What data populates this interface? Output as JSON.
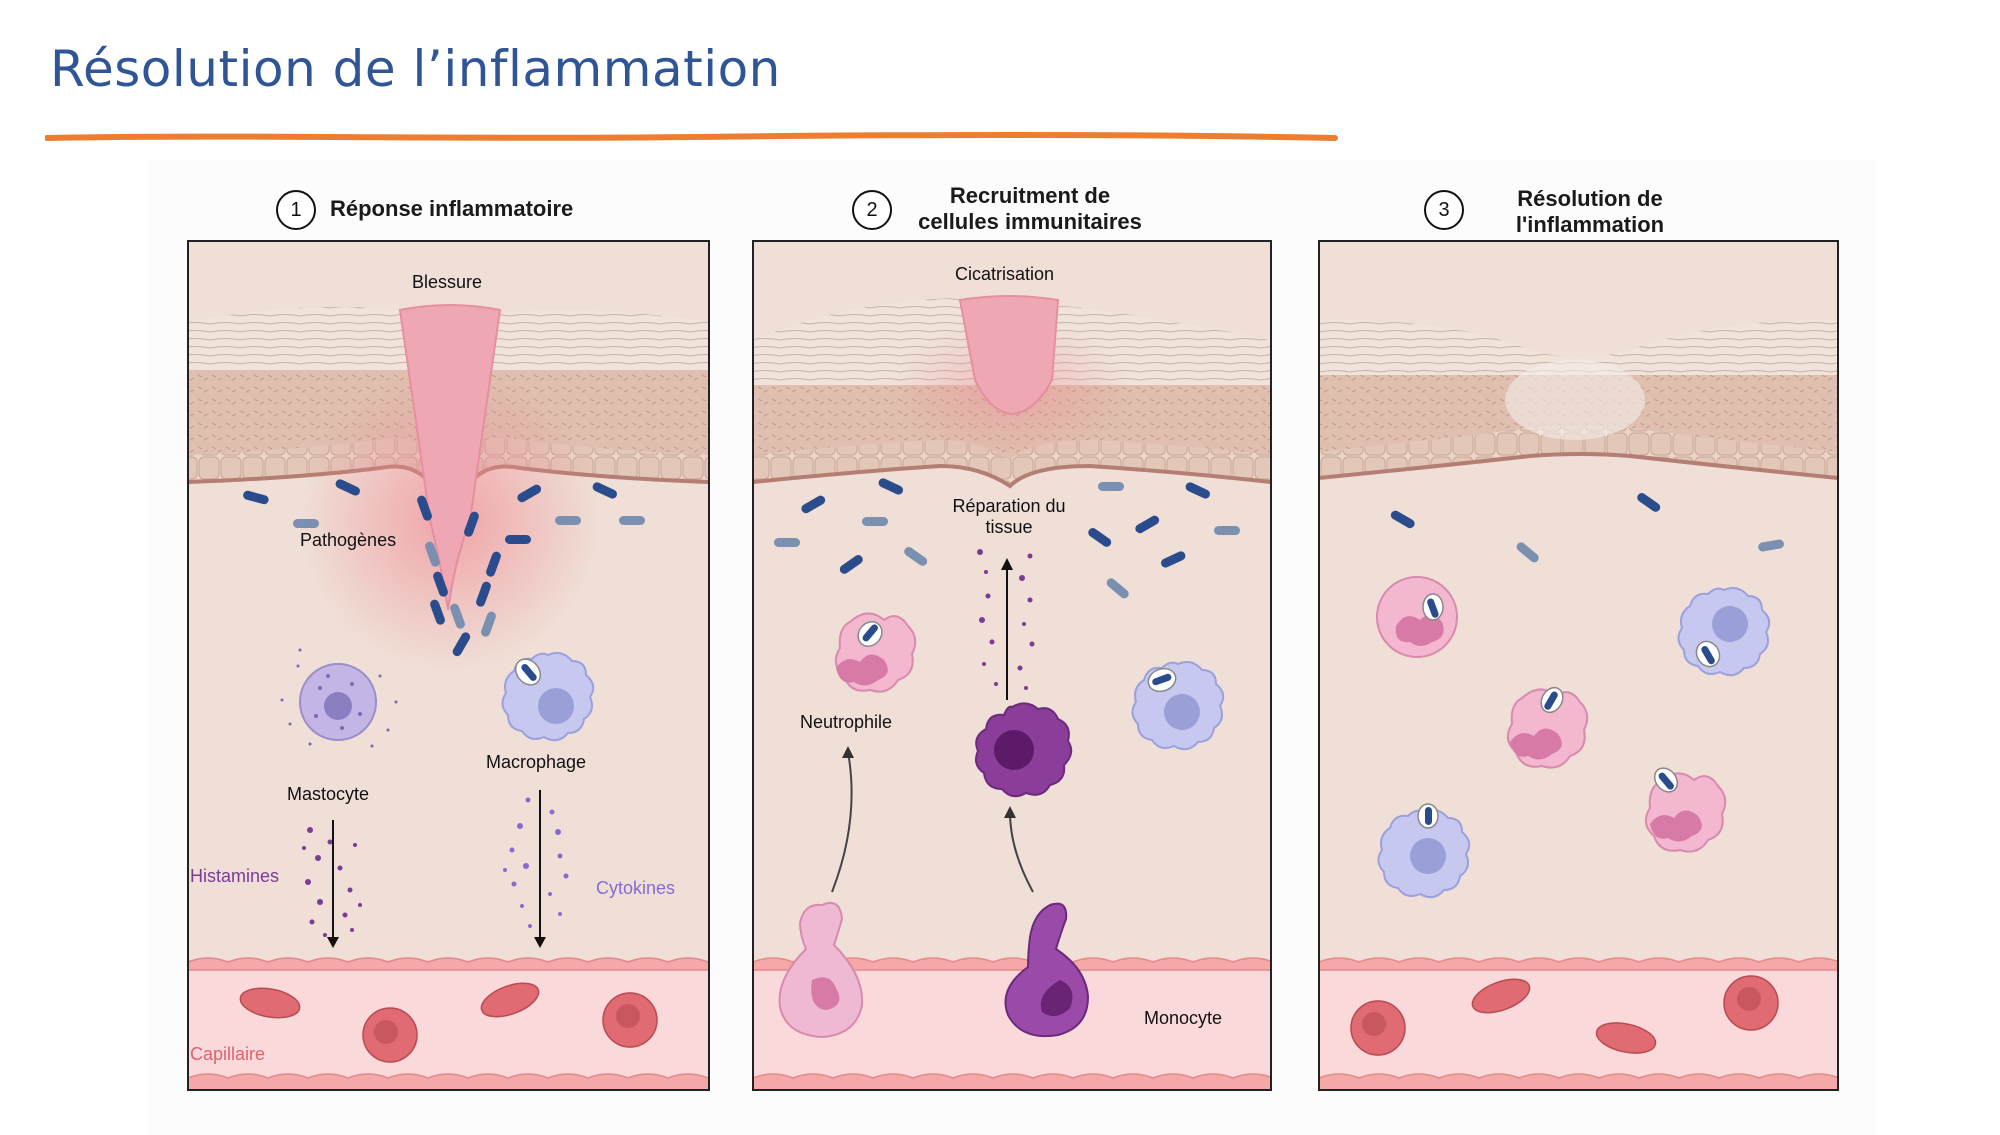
{
  "slide_title": "Résolution de l’inflammation",
  "panels": [
    {
      "number": "1",
      "title": "Réponse inflammatoire"
    },
    {
      "number": "2",
      "title_line1": "Recruitment de",
      "title_line2": "cellules immunitaires"
    },
    {
      "number": "3",
      "title_line1": "Résolution de",
      "title_line2": "l'inflammation"
    }
  ],
  "labels": {
    "blessure": "Blessure",
    "pathogenes": "Pathogènes",
    "mastocyte": "Mastocyte",
    "macrophage": "Macrophage",
    "histamines": "Histamines",
    "cytokines": "Cytokines",
    "capillaire": "Capillaire",
    "cicatrisation": "Cicatrisation",
    "reparation_line1": "Réparation du",
    "reparation_line2": "tissue",
    "neutrophile": "Neutrophile",
    "monocyte": "Monocyte"
  },
  "colors": {
    "title": "#2f5597",
    "rule": "#ed7d31",
    "tissue": "#efdfd6",
    "skin": "#d8b7a6",
    "wound": "#f0a7b4",
    "vessel": "#f9d9d9",
    "rbc": "#e06b73",
    "bacteria": "#2b4c8c",
    "histamine": "#7a3b96",
    "cytokine": "#8a6ad0"
  }
}
